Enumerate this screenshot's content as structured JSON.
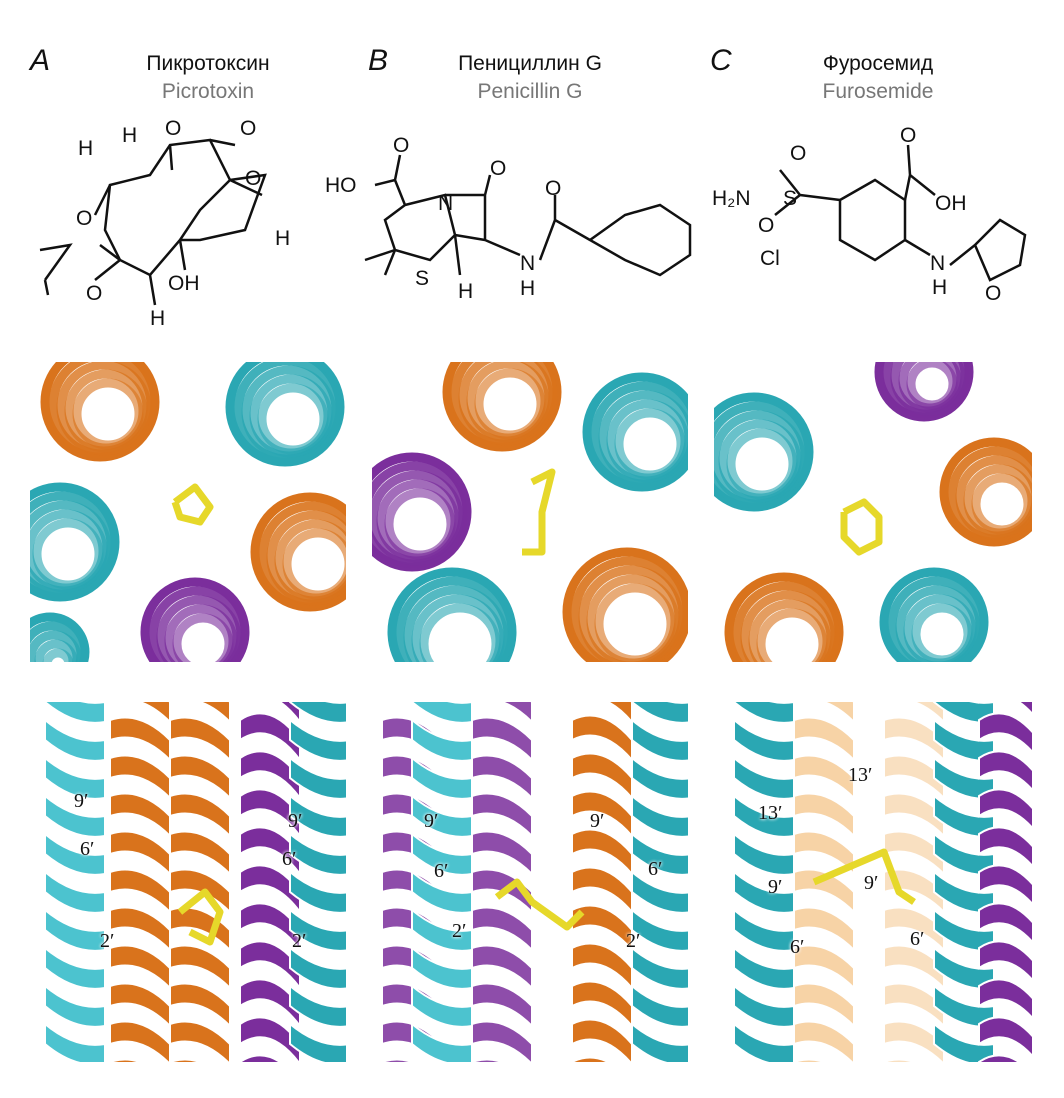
{
  "columns": [
    {
      "letter": "A",
      "title_ru": "Пикротоксин",
      "title_en": "Picrotoxin",
      "atoms": [
        "H",
        "H",
        "O",
        "O",
        "O",
        "H",
        "O",
        "O",
        "OH",
        "H"
      ],
      "side_labels": [
        "9′",
        "6′",
        "2′",
        "9′",
        "6′",
        "2′"
      ]
    },
    {
      "letter": "B",
      "title_ru": "Пенициллин G",
      "title_en": "Penicillin G",
      "atoms": [
        "O",
        "HO",
        "N",
        "O",
        "O",
        "S",
        "H",
        "N",
        "H"
      ],
      "side_labels": [
        "9′",
        "6′",
        "2′",
        "9′",
        "6′",
        "2′"
      ]
    },
    {
      "letter": "C",
      "title_ru": "Фуросемид",
      "title_en": "Furosemide",
      "atoms": [
        "H₂N",
        "S",
        "O",
        "O",
        "O",
        "OH",
        "Cl",
        "N",
        "H",
        "O"
      ],
      "side_labels": [
        "13′",
        "13′",
        "9′",
        "9′",
        "6′",
        "6′"
      ]
    }
  ],
  "colors": {
    "teal": "#2aa7b3",
    "orange": "#d9731c",
    "purple": "#7b2e9c",
    "yellow": "#e6d82a",
    "light_orange": "#f0a850",
    "light_teal": "#4cc3cf"
  }
}
